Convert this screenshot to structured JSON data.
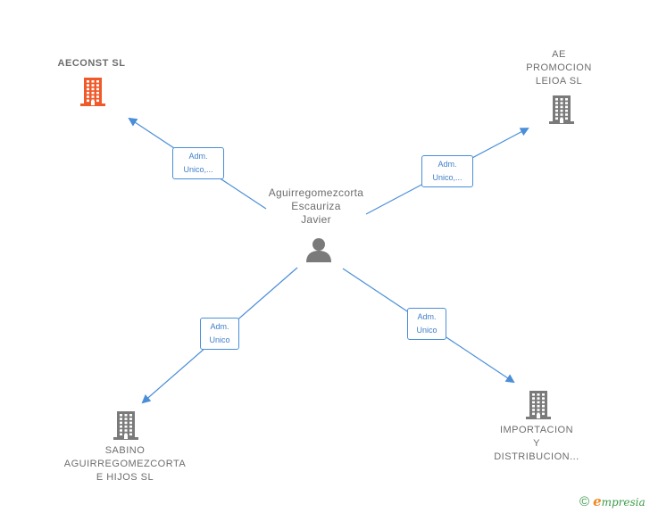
{
  "center": {
    "name_lines": [
      "Aguirregomezcorta",
      "Escauriza",
      "Javier"
    ],
    "icon": "person-icon"
  },
  "companies": [
    {
      "id": "aeconst",
      "name_lines": [
        "AECONST  SL"
      ],
      "highlight": true,
      "color": "#f05a2a",
      "icon": "building-icon"
    },
    {
      "id": "ae-promocion",
      "name_lines": [
        "AE",
        "PROMOCION",
        "LEIOA  SL"
      ],
      "highlight": false,
      "color": "#7a7a7a",
      "icon": "building-icon"
    },
    {
      "id": "sabino",
      "name_lines": [
        "SABINO",
        "AGUIRREGOMEZCORTA",
        "E HIJOS SL"
      ],
      "highlight": false,
      "color": "#7a7a7a",
      "icon": "building-icon"
    },
    {
      "id": "importacion",
      "name_lines": [
        "IMPORTACION",
        "Y",
        "DISTRIBUCION..."
      ],
      "highlight": false,
      "color": "#7a7a7a",
      "icon": "building-icon"
    }
  ],
  "relations": [
    {
      "target": "aeconst",
      "label_lines": [
        "Adm.",
        "Unico,..."
      ]
    },
    {
      "target": "ae-promocion",
      "label_lines": [
        "Adm.",
        "Unico,..."
      ]
    },
    {
      "target": "sabino",
      "label_lines": [
        "Adm.",
        "Unico"
      ]
    },
    {
      "target": "importacion",
      "label_lines": [
        "Adm.",
        "Unico"
      ]
    }
  ],
  "colors": {
    "edge": "#4a8ed8",
    "text": "#6d6d6d"
  },
  "footer": {
    "copyright": "©",
    "brand_initial": "e",
    "brand_rest": "mpresia"
  }
}
